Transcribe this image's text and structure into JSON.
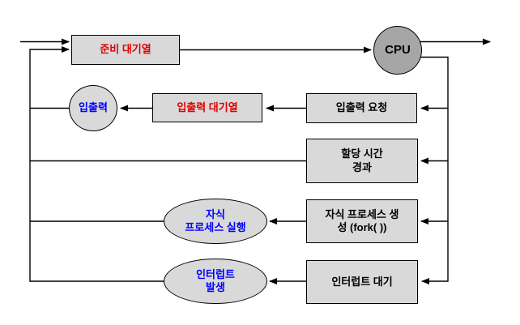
{
  "diagram": {
    "kind": "process-scheduling-flow-diagram",
    "nodes": {
      "ready_queue": {
        "label": "준비 대기열",
        "shape": "rect",
        "text_color": "#e00000"
      },
      "cpu": {
        "label": "CPU",
        "shape": "circle",
        "text_color": "#000000"
      },
      "io": {
        "label": "입출력",
        "shape": "circle",
        "text_color": "#0000ff"
      },
      "io_queue": {
        "label": "입출력 대기열",
        "shape": "rect",
        "text_color": "#e00000"
      },
      "io_request": {
        "label": "입출력 요청",
        "shape": "rect",
        "text_color": "#000000"
      },
      "time_slice": {
        "label": "할당 시간\n경과",
        "shape": "rect",
        "text_color": "#000000"
      },
      "child_exec": {
        "label": "자식\n프로세스 실행",
        "shape": "ellipse",
        "text_color": "#0000ff"
      },
      "fork": {
        "label": "자식 프로세스 생\n성 (fork( ))",
        "shape": "rect",
        "text_color": "#000000"
      },
      "interrupt_occur": {
        "label": "인터럽트\n발생",
        "shape": "ellipse",
        "text_color": "#0000ff"
      },
      "interrupt_wait": {
        "label": "인터럽트 대기",
        "shape": "rect",
        "text_color": "#000000"
      }
    },
    "colors": {
      "node_fill": "#d9d9d9",
      "cpu_fill": "#a6a6a6",
      "border": "#000000",
      "line": "#000000",
      "red_text": "#e00000",
      "blue_text": "#0000ff",
      "background": "#ffffff"
    }
  }
}
